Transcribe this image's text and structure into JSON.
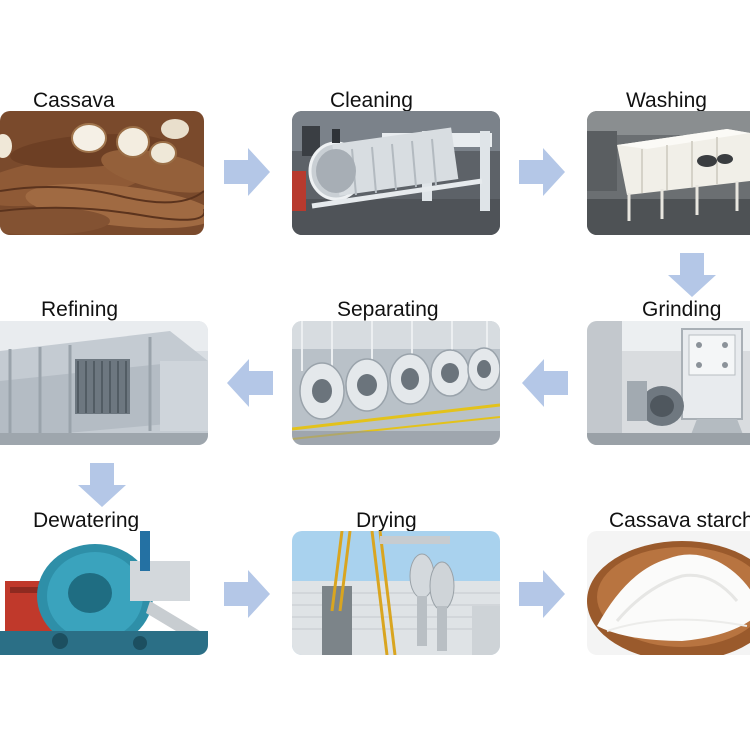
{
  "process_title": "",
  "steps": [
    {
      "label": "Cassava",
      "image": "cassava-roots-photo"
    },
    {
      "label": "Cleaning",
      "image": "rotary-drum-cleaner-photo"
    },
    {
      "label": "Washing",
      "image": "washing-tank-machine-photo"
    },
    {
      "label": "Grinding",
      "image": "grinding-rasper-machine-photo"
    },
    {
      "label": "Separating",
      "image": "centrifugal-sieve-row-photo"
    },
    {
      "label": "Refining",
      "image": "refining-drum-sieve-photo"
    },
    {
      "label": "Dewatering",
      "image": "peeler-centrifuge-photo"
    },
    {
      "label": "Drying",
      "image": "flash-dryer-tower-photo"
    },
    {
      "label": "Cassava starch",
      "image": "starch-powder-bowl-photo"
    }
  ],
  "colors": {
    "arrow": "#b4c7e7",
    "background": "#ffffff",
    "text": "#111111"
  }
}
